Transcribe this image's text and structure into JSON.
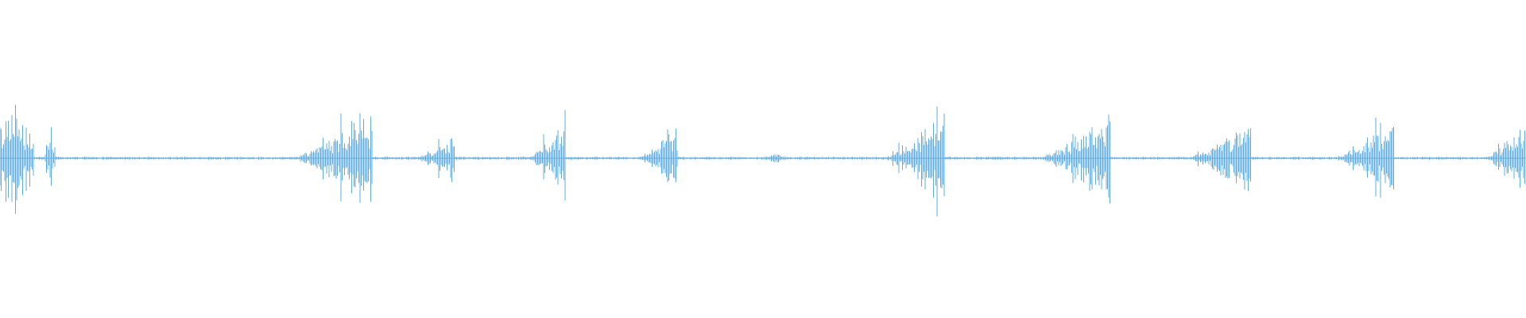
{
  "waveform": {
    "color": "#5DADE2",
    "baseline_amplitude": 0.01,
    "bursts": [
      {
        "center": 0.007,
        "span": 0.03,
        "peak_amplitude": 0.55,
        "shape": "sustain"
      },
      {
        "center": 0.033,
        "span": 0.008,
        "peak_amplitude": 0.5,
        "shape": "spike"
      },
      {
        "center": 0.217,
        "span": 0.054,
        "peak_amplitude": 0.58,
        "shape": "rise"
      },
      {
        "center": 0.285,
        "span": 0.026,
        "peak_amplitude": 0.32,
        "shape": "rise"
      },
      {
        "center": 0.358,
        "span": 0.026,
        "peak_amplitude": 0.46,
        "shape": "rise"
      },
      {
        "center": 0.431,
        "span": 0.026,
        "peak_amplitude": 0.42,
        "shape": "rise"
      },
      {
        "center": 0.508,
        "span": 0.014,
        "peak_amplitude": 0.06,
        "shape": "sustain"
      },
      {
        "center": 0.599,
        "span": 0.04,
        "peak_amplitude": 0.64,
        "shape": "rise"
      },
      {
        "center": 0.704,
        "span": 0.048,
        "peak_amplitude": 0.6,
        "shape": "rise"
      },
      {
        "center": 0.799,
        "span": 0.042,
        "peak_amplitude": 0.46,
        "shape": "rise"
      },
      {
        "center": 0.894,
        "span": 0.04,
        "peak_amplitude": 0.5,
        "shape": "rise"
      },
      {
        "center": 0.987,
        "span": 0.03,
        "peak_amplitude": 0.46,
        "shape": "rise"
      }
    ]
  }
}
